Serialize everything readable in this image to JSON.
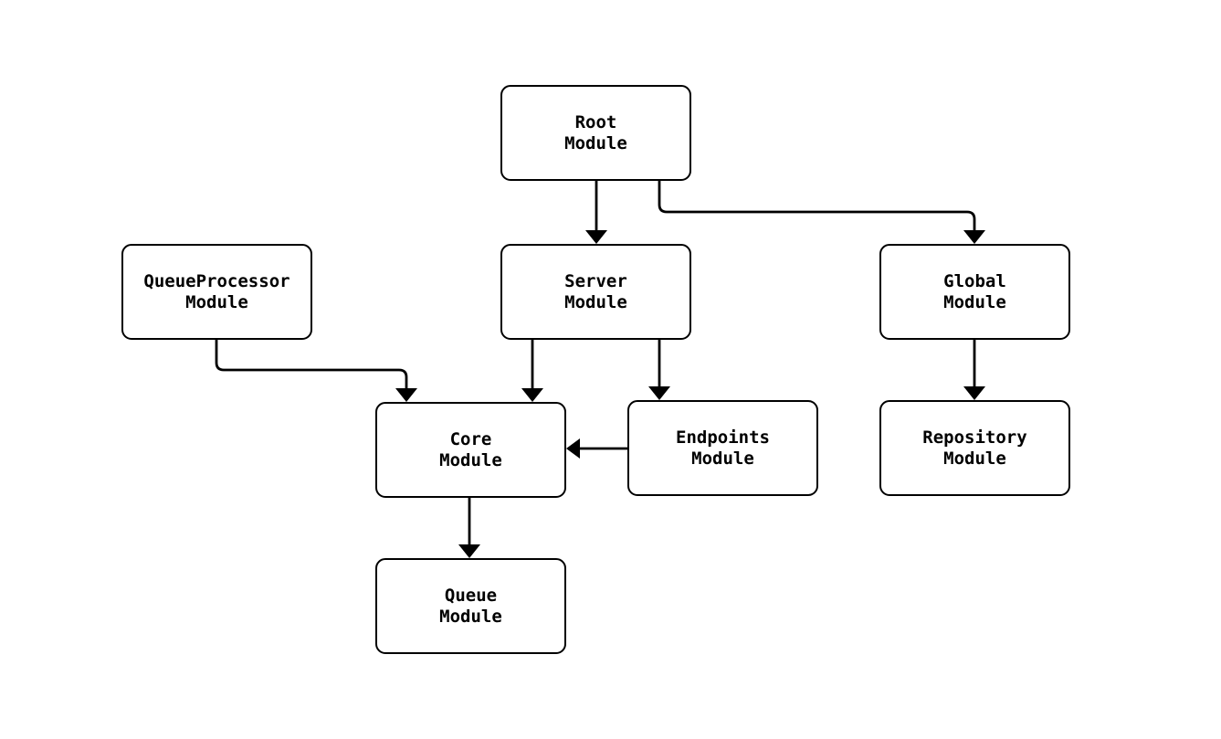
{
  "diagram": {
    "kind": "module-dependency-flowchart",
    "colors": {
      "background": "#ffffff",
      "node_fill": "#ffffff",
      "node_border": "#000000",
      "edge": "#000000",
      "text": "#000000"
    },
    "nodes": {
      "root": {
        "line1": "Root",
        "line2": "Module"
      },
      "queueprocessor": {
        "line1": "QueueProcessor",
        "line2": "Module"
      },
      "server": {
        "line1": "Server",
        "line2": "Module"
      },
      "global": {
        "line1": "Global",
        "line2": "Module"
      },
      "core": {
        "line1": "Core",
        "line2": "Module"
      },
      "endpoints": {
        "line1": "Endpoints",
        "line2": "Module"
      },
      "repository": {
        "line1": "Repository",
        "line2": "Module"
      },
      "queue": {
        "line1": "Queue",
        "line2": "Module"
      }
    },
    "edges": [
      {
        "from": "Root Module",
        "to": "Server Module"
      },
      {
        "from": "Root Module",
        "to": "Global Module"
      },
      {
        "from": "QueueProcessor Module",
        "to": "Core Module"
      },
      {
        "from": "Server Module",
        "to": "Core Module"
      },
      {
        "from": "Server Module",
        "to": "Endpoints Module"
      },
      {
        "from": "Endpoints Module",
        "to": "Core Module"
      },
      {
        "from": "Global Module",
        "to": "Repository Module"
      },
      {
        "from": "Core Module",
        "to": "Queue Module"
      }
    ]
  }
}
